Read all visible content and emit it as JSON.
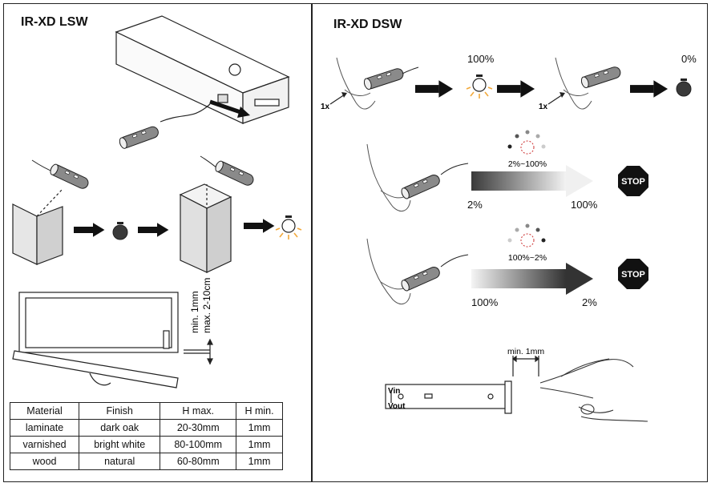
{
  "left": {
    "title": "IR-XD LSW",
    "dimension_labels": [
      "min. 1mm",
      "max. 2-10cm"
    ],
    "table": {
      "headers": [
        "Material",
        "Finish",
        "H max.",
        "H min."
      ],
      "rows": [
        [
          "laminate",
          "dark oak",
          "20-30mm",
          "1mm"
        ],
        [
          "varnished",
          "bright white",
          "80-100mm",
          "1mm"
        ],
        [
          "wood",
          "natural",
          "60-80mm",
          "1mm"
        ]
      ]
    }
  },
  "right": {
    "title": "IR-XD DSW",
    "toggle": {
      "on_percent": "100%",
      "off_percent": "0%",
      "tap_count_1": "1x",
      "tap_count_2": "1x"
    },
    "dim_up": {
      "range": "2%~100%",
      "start": "2%",
      "end": "100%",
      "stop": "STOP"
    },
    "dim_down": {
      "range": "100%~2%",
      "start": "100%",
      "end": "2%",
      "stop": "STOP"
    },
    "install": {
      "gap_label": "min. 1mm",
      "vin": "Vin",
      "vout": "Vout"
    }
  },
  "colors": {
    "line": "#222222",
    "light": "#f2a93b",
    "dark_bulb": "#3a3a3a"
  }
}
